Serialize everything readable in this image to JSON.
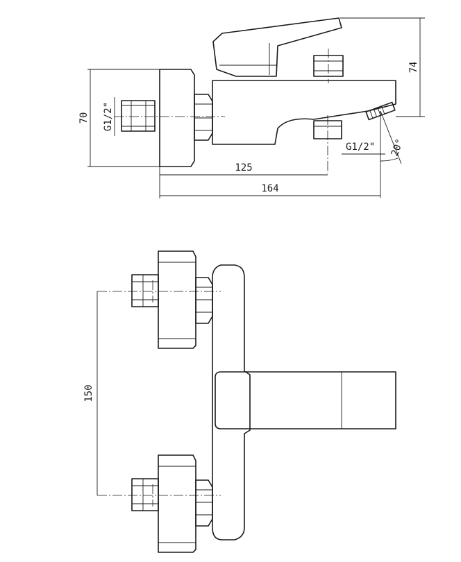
{
  "dimensions": {
    "height_overall": "74",
    "inlet_thread": "G1/2\"",
    "wall_height": "70",
    "length_to_outlet": "125",
    "length_overall": "164",
    "outlet_thread": "G1/2\"",
    "spout_angle": "20°",
    "inlet_spacing": "150"
  },
  "colors": {
    "line": "#1a1a1a",
    "background": "#ffffff"
  }
}
